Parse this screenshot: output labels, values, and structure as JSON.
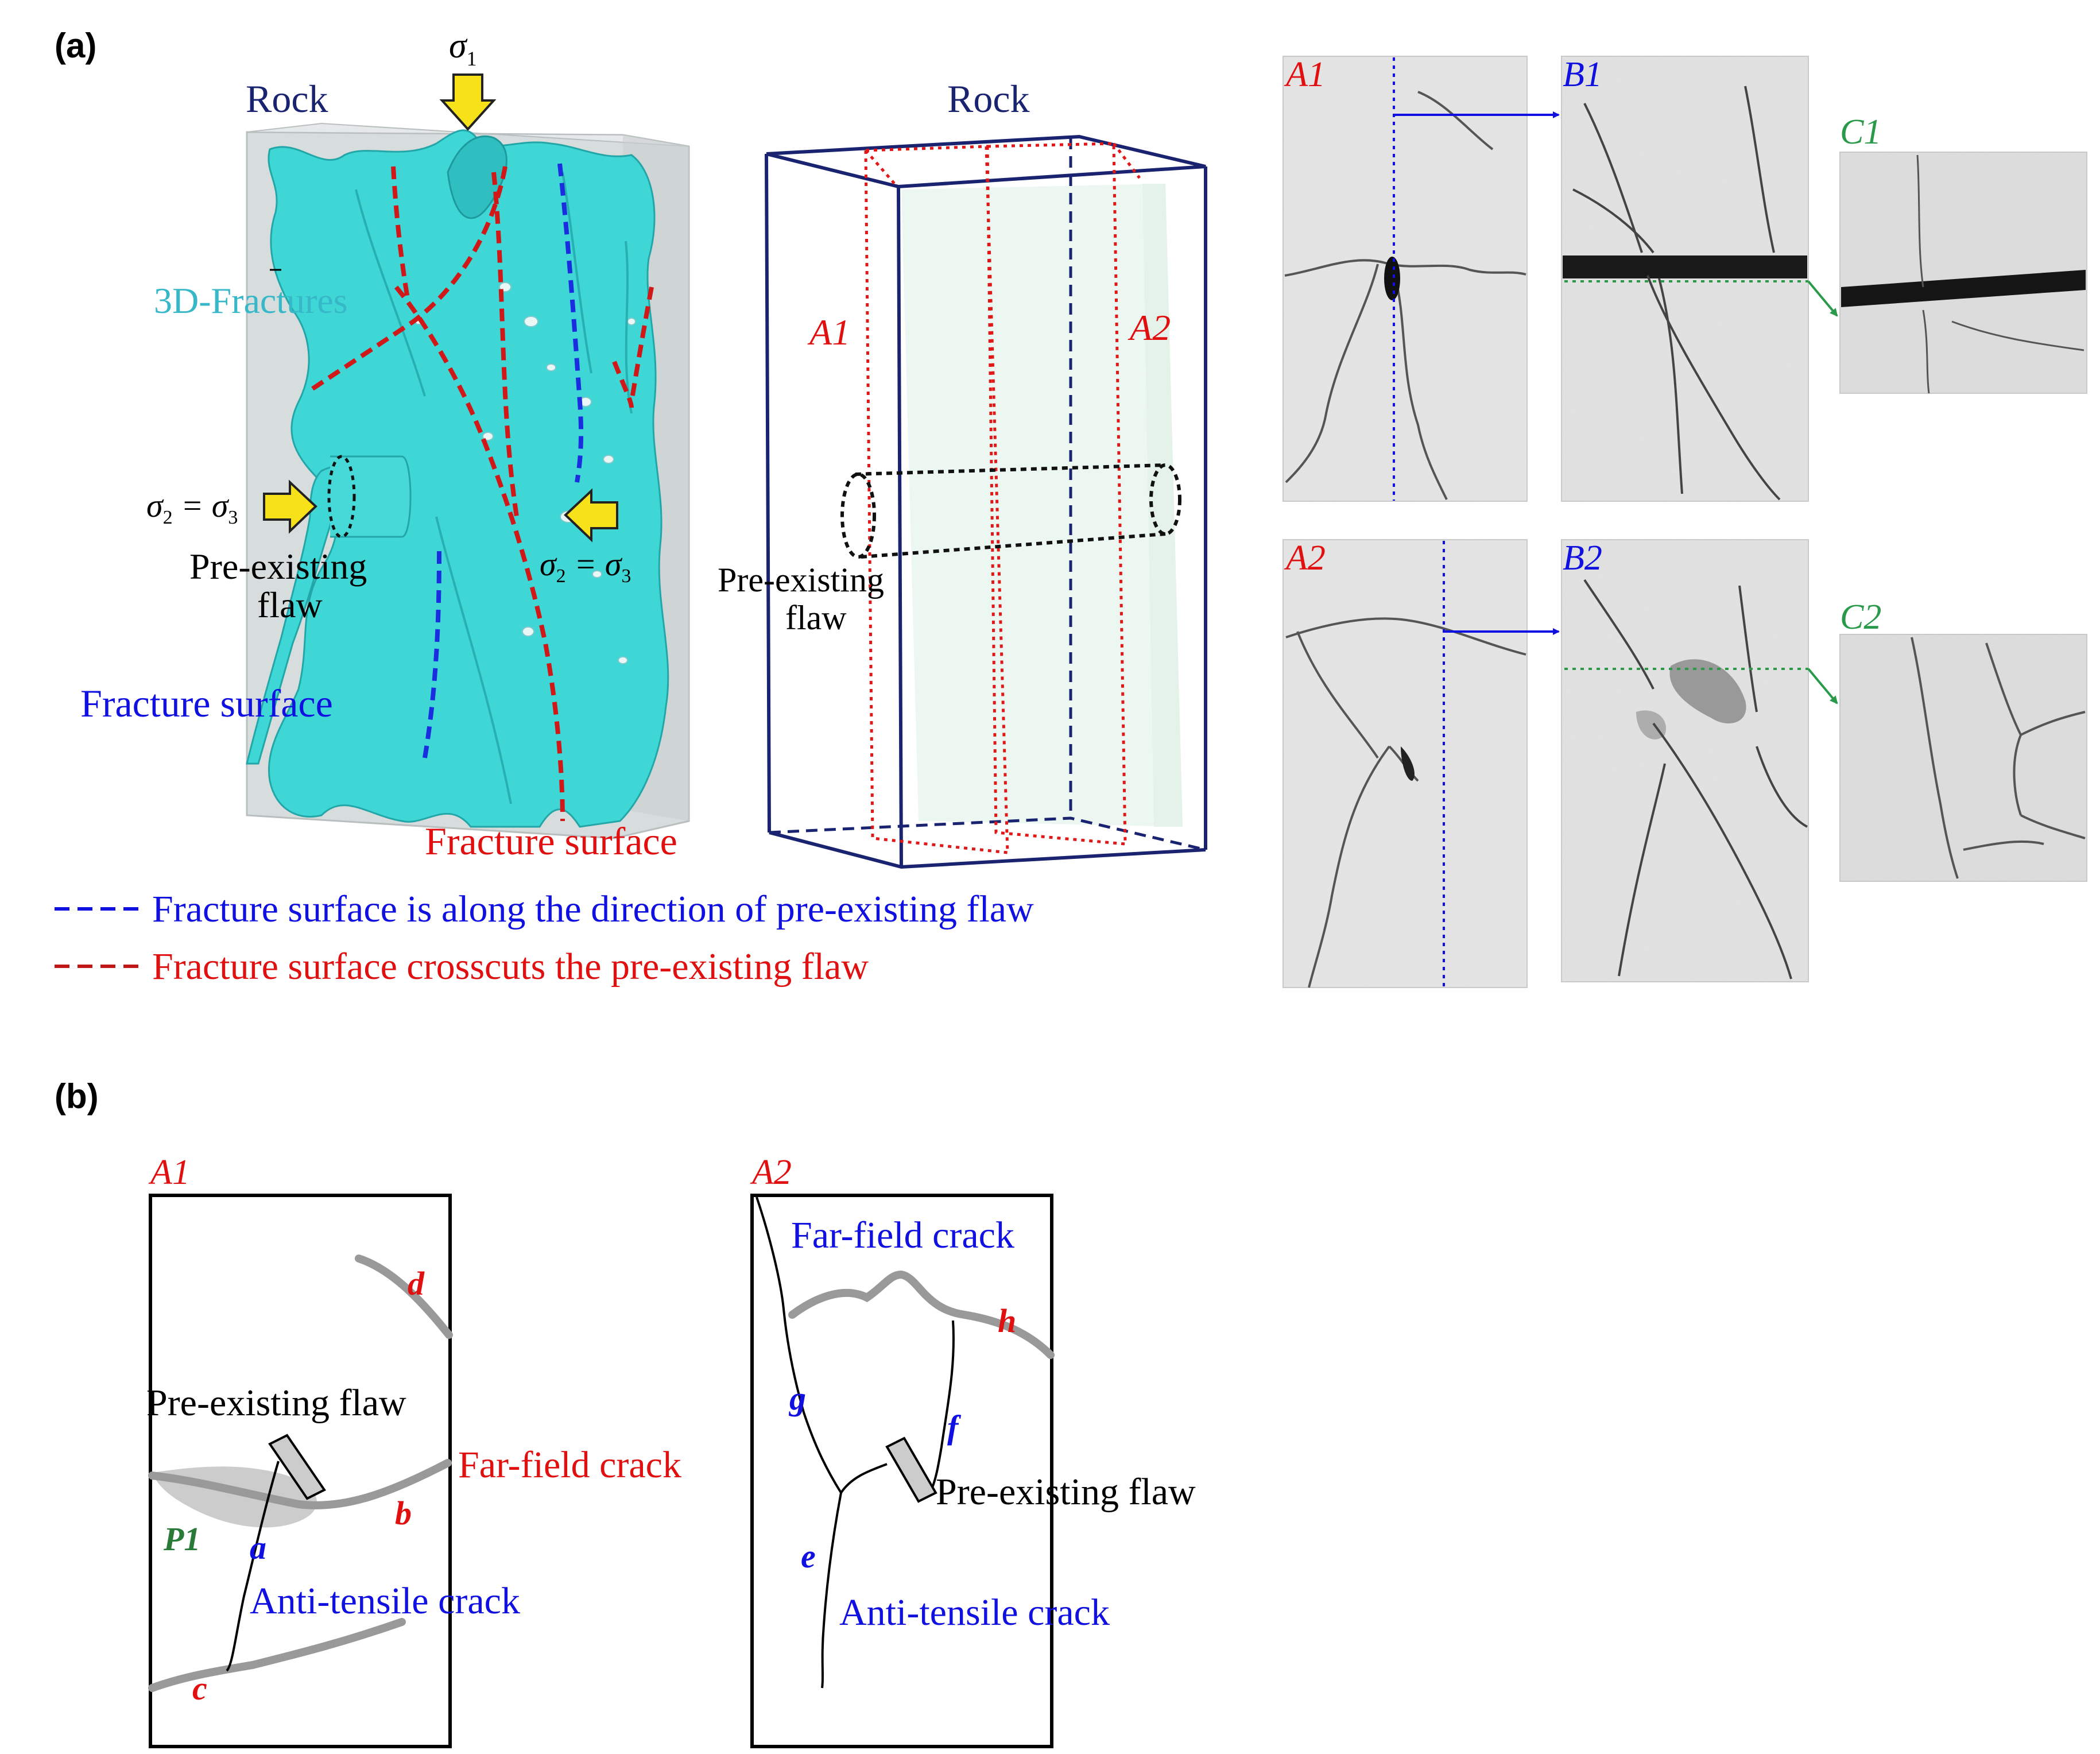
{
  "panel_a": {
    "tag": "(a)",
    "model": {
      "rock_label": "Rock",
      "sigma1": "σ",
      "sigma1_sub": "1",
      "fracture_3d": "3D-Fractures",
      "sigma23_lhs": "σ",
      "sigma23_lhs_sub": "2",
      "sigma23_eq": " = σ",
      "sigma23_rhs_sub": "3",
      "flaw_line1": "Pre-existing",
      "flaw_line2": "flaw",
      "fracture_surface_blue": "Fracture surface",
      "fracture_surface_red": "Fracture surface"
    },
    "schematic": {
      "rock_label": "Rock",
      "plane_a1": "A1",
      "plane_a2": "A2",
      "flaw_line1": "Pre-existing",
      "flaw_line2": "flaw"
    },
    "legend": [
      {
        "text": "Fracture surface is along the direction of pre-existing flaw",
        "color": "#1010e0"
      },
      {
        "text": "Fracture surface crosscuts the pre-existing flaw",
        "color": "#e01010"
      }
    ],
    "ct_slices": {
      "a1": "A1",
      "b1": "B1",
      "c1": "C1",
      "a2": "A2",
      "b2": "B2",
      "c2": "C2"
    }
  },
  "panel_b": {
    "tag": "(b)",
    "a1": {
      "label": "A1",
      "flaw": "Pre-existing flaw",
      "far_field": "Far-field crack",
      "anti_tensile": "Anti-tensile crack",
      "p1": "P1",
      "letters": {
        "a": "a",
        "b": "b",
        "c": "c",
        "d": "d"
      }
    },
    "a2": {
      "label": "A2",
      "far_field": "Far-field crack",
      "flaw": "Pre-existing flaw",
      "anti_tensile": "Anti-tensile crack",
      "letters": {
        "e": "e",
        "f": "f",
        "g": "g",
        "h": "h"
      }
    }
  },
  "colors": {
    "fracture": "#3fd6d6",
    "navy": "#1a2370",
    "red": "#e01010",
    "blue": "#1010e0",
    "green": "#2a9a4a",
    "teal_label": "#36b8c8",
    "arrow_yellow": "#f7e21a"
  }
}
